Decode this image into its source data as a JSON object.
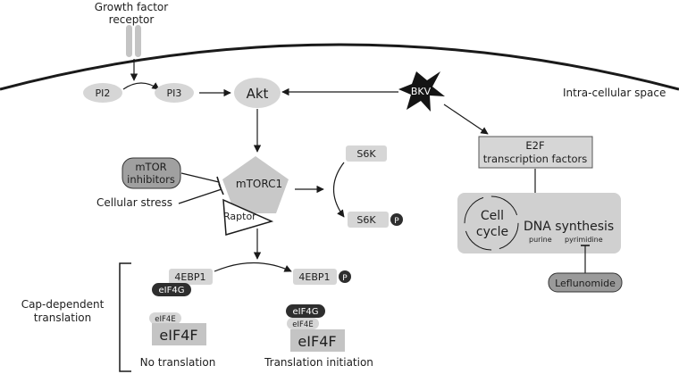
{
  "membrane": {
    "receptor_label_line1": "Growth factor",
    "receptor_label_line2": "receptor",
    "intracellular_label": "Intra-cellular space"
  },
  "nodes": {
    "pi2": "PI2",
    "pi3": "PI3",
    "akt": "Akt",
    "bkv": "BKV",
    "mtor_inhibitors_line1": "mTOR",
    "mtor_inhibitors_line2": "inhibitors",
    "cellular_stress": "Cellular stress",
    "mtorc1": "mTORC1",
    "raptor": "Raptor",
    "s6k_top": "S6K",
    "s6k_bottom": "S6K",
    "phospho": "P",
    "e2f_line1": "E2F",
    "e2f_line2": "transcription factors",
    "cell_cycle_line1": "Cell",
    "cell_cycle_line2": "cycle",
    "dna_synthesis": "DNA synthesis",
    "purine": "purine",
    "pyrimidine": "pyrimidine",
    "leflunomide": "Leflunomide",
    "cap_dependent_line1": "Cap-dependent",
    "cap_dependent_line2": "translation",
    "4ebp1_left": "4EBP1",
    "4ebp1_right": "4EBP1",
    "eif4g_left": "eIF4G",
    "eif4g_right": "eIF4G",
    "eif4e_left": "eIF4E",
    "eif4e_right": "eIF4E",
    "eif4f_left": "eIF4F",
    "eif4f_right": "eIF4F",
    "no_translation": "No translation",
    "translation_initiation": "Translation initiation"
  },
  "colors": {
    "light_grey": "#d6d6d6",
    "mid_grey": "#bdbdbd",
    "dark_grey": "#9a9a9a",
    "near_black": "#2e2e2e",
    "line": "#1a1a1a"
  }
}
